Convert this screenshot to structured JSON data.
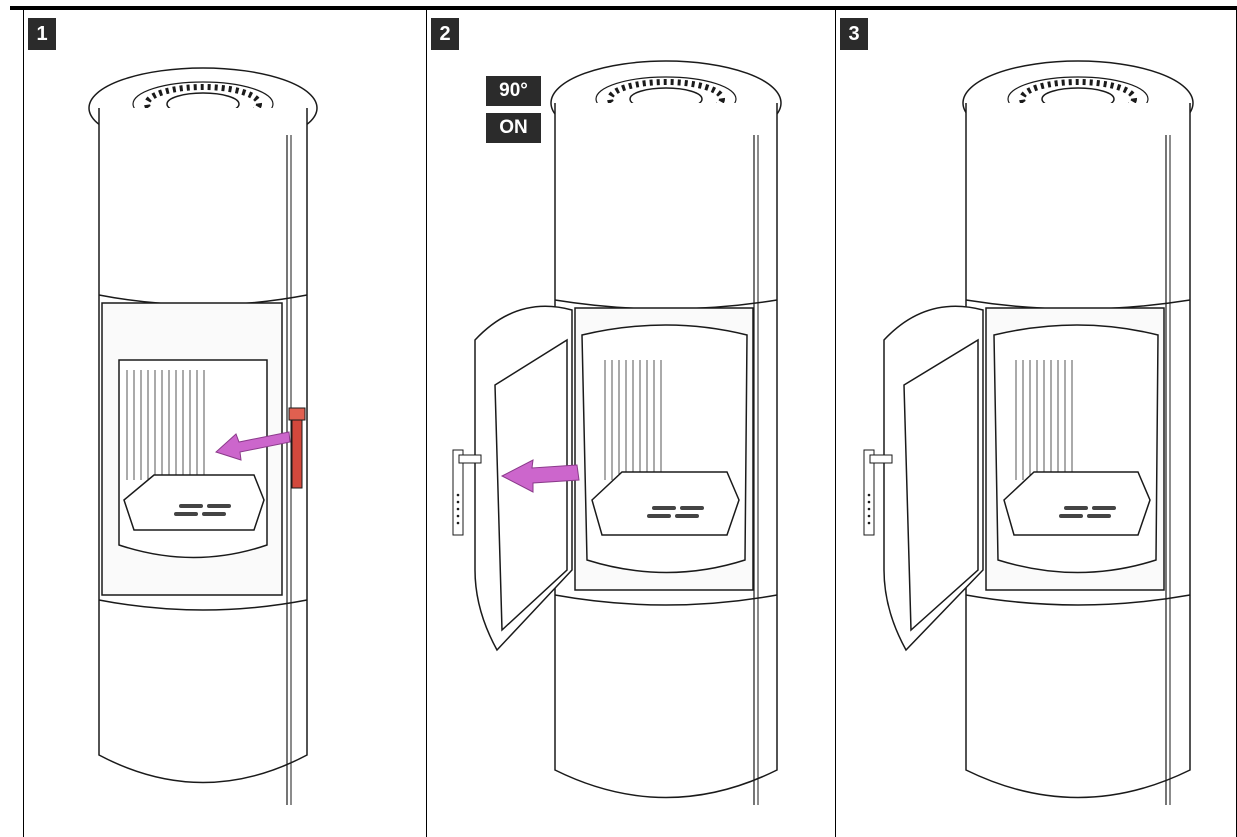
{
  "steps": [
    {
      "number": "1"
    },
    {
      "number": "2",
      "tags": [
        "90°",
        "ON"
      ]
    },
    {
      "number": "3"
    }
  ],
  "colors": {
    "arrow": "#cc66cc",
    "handle_highlight": "#d2483c",
    "badge": "#2b2b2b",
    "line": "#1a1a1a"
  },
  "icons": [
    "arrow-left-icon",
    "door-handle-icon"
  ]
}
